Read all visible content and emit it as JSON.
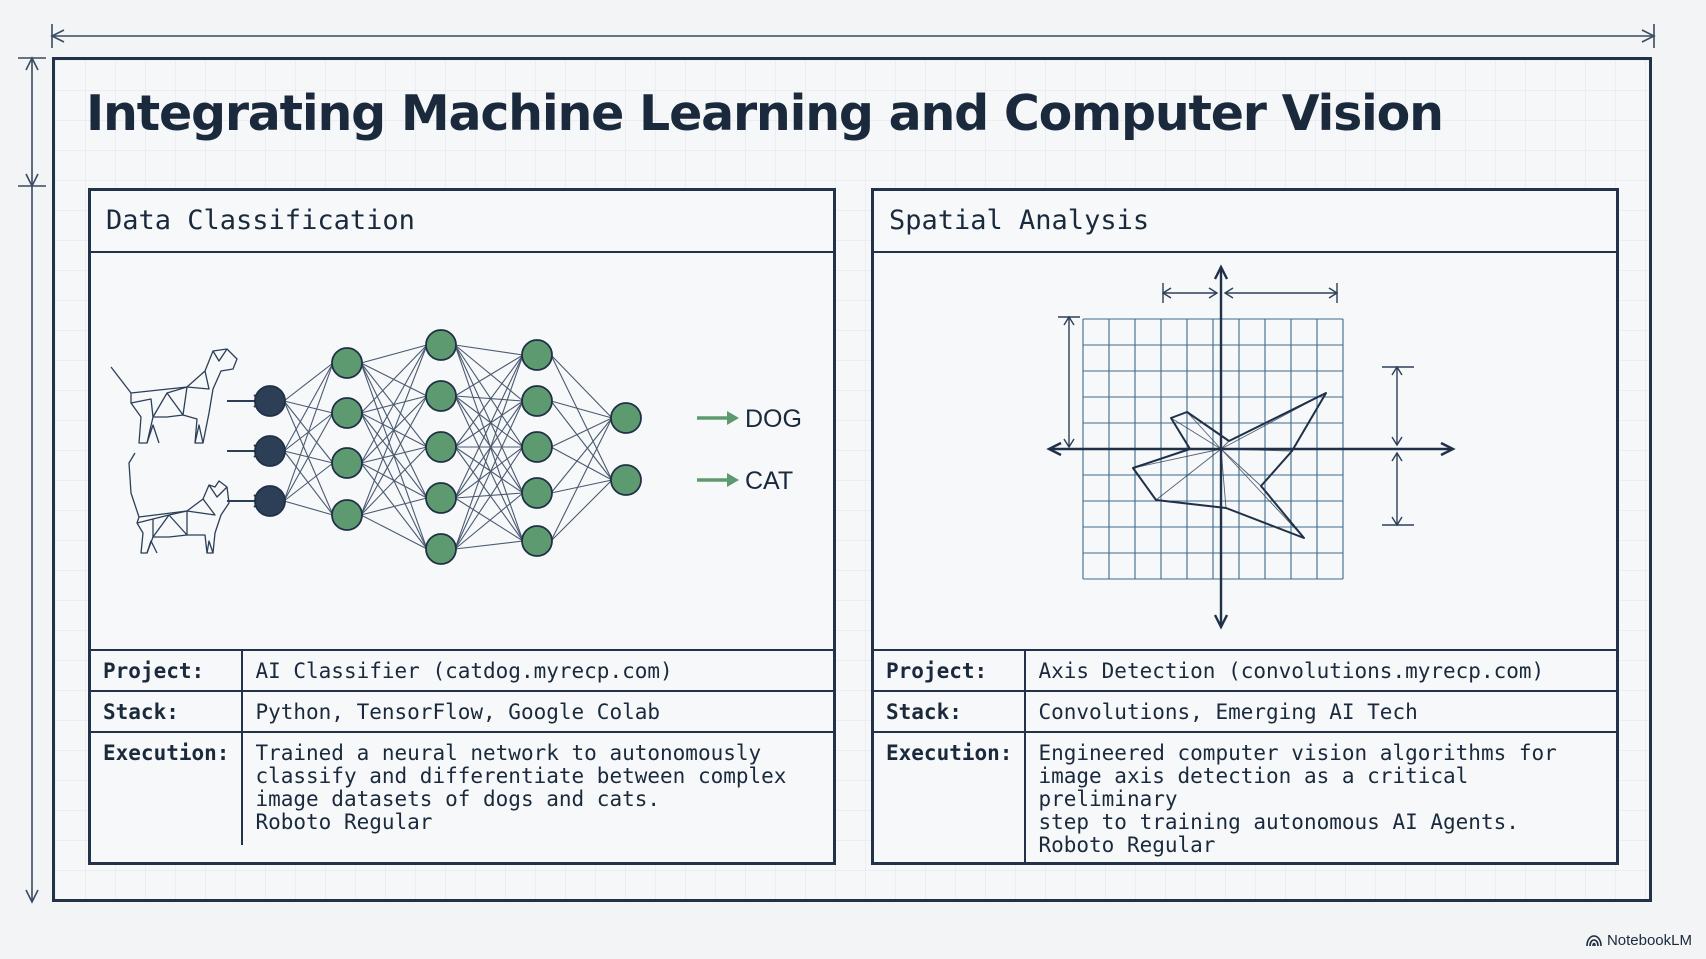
{
  "title": "Integrating Machine Learning and Computer Vision",
  "brand": "NotebookLM",
  "panels": [
    {
      "title": "Data Classification",
      "illustration": "neural-network-dog-cat-classifier",
      "outputs": [
        "DOG",
        "CAT"
      ],
      "rows": [
        {
          "label": "Project:",
          "value": "AI Classifier (catdog.myrecp.com)"
        },
        {
          "label": "Stack:",
          "value": "Python, TensorFlow, Google Colab"
        },
        {
          "label": "Execution:",
          "value": "Trained a neural network to autonomously\nclassify and differentiate between complex\nimage datasets of dogs and cats.\nRoboto Regular"
        }
      ]
    },
    {
      "title": "Spatial Analysis",
      "illustration": "axis-detection-grid",
      "rows": [
        {
          "label": "Project:",
          "value": "Axis Detection (convolutions.myrecp.com)"
        },
        {
          "label": "Stack:",
          "value": "Convolutions, Emerging AI Tech"
        },
        {
          "label": "Execution:",
          "value": "Engineered computer vision algorithms for\nimage axis detection as a critical preliminary\nstep to training autonomous AI Agents.\nRoboto Regular"
        }
      ]
    }
  ],
  "colors": {
    "ink": "#223349",
    "node_green": "#5e9a70",
    "node_dark": "#2d3f57",
    "grid_blue": "#3d6a8c",
    "background": "#f2f4f6"
  }
}
